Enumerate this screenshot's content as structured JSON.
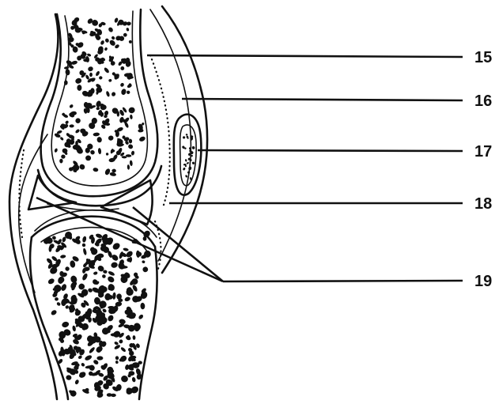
{
  "diagram": {
    "labels": [
      {
        "id": "15",
        "text": "15"
      },
      {
        "id": "16",
        "text": "16"
      },
      {
        "id": "17",
        "text": "17"
      },
      {
        "id": "18",
        "text": "18"
      },
      {
        "id": "19",
        "text": "19"
      }
    ]
  }
}
